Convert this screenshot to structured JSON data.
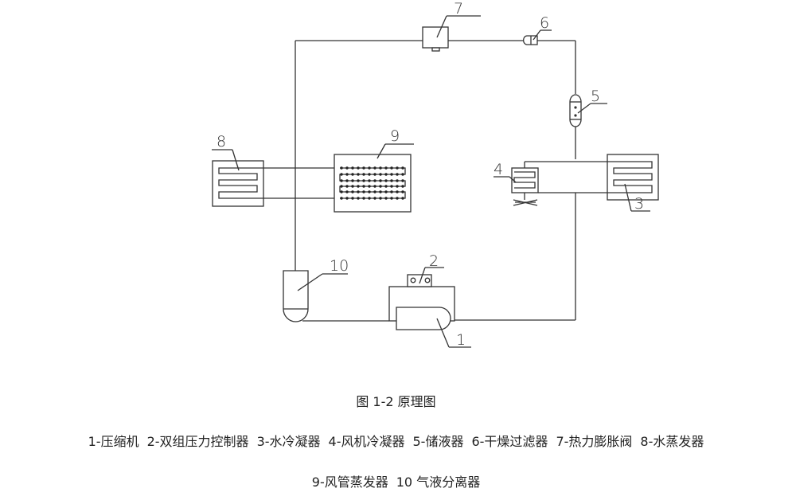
{
  "figure": {
    "title": "图 1-2 原理图",
    "labels": {
      "c1": "1",
      "c2": "2",
      "c3": "3",
      "c4": "4",
      "c5": "5",
      "c6": "6",
      "c7": "7",
      "c8": "8",
      "c9": "9",
      "c10": "10"
    }
  },
  "legend": {
    "line1": [
      "1-压缩机",
      "2-双组压力控制器",
      "3-水冷凝器",
      "4-风机冷凝器",
      "5-储液器",
      "6-干燥过滤器",
      "7-热力膨胀阀",
      "8-水蒸发器"
    ],
    "line2": [
      "9-风管蒸发器",
      "10 气液分离器"
    ]
  }
}
